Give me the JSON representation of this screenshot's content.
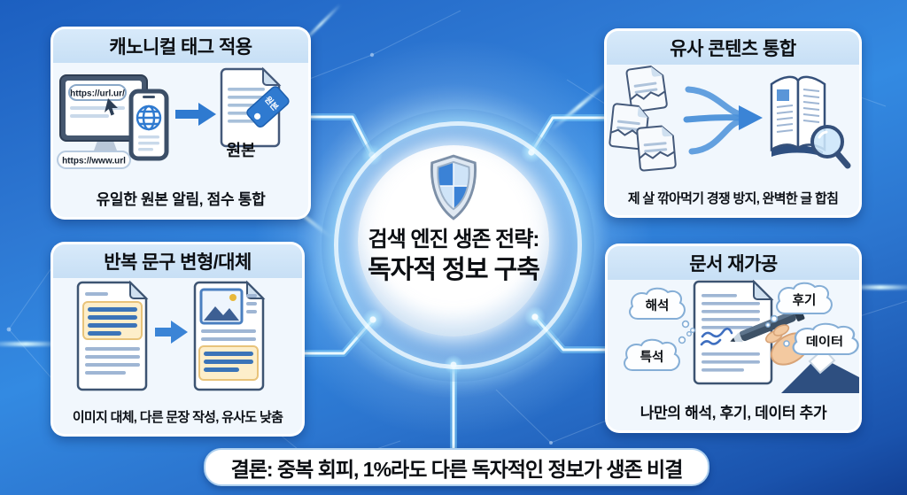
{
  "colors": {
    "background_blue": "#2d77d2",
    "background_corner": "#1a53ad",
    "accent_blue": "#2f7ad0",
    "card_body": "#f1f7fd",
    "card_header": "#cde3f7",
    "highlight_yellow": "#fdeeca",
    "connector_cyan": "#e8fbff",
    "text_black": "#0b0e12"
  },
  "icons": {
    "center_icon": "shield-icon",
    "canonical_icons": [
      "monitor-icon",
      "smartphone-icon",
      "globe-icon",
      "cursor-icon",
      "arrow-right-icon",
      "document-icon",
      "price-tag-icon"
    ],
    "merge_icons": [
      "torn-documents-icon",
      "merge-arrow-icon",
      "open-book-icon",
      "magnifier-icon"
    ],
    "rewrite_icons": [
      "document-icon",
      "arrow-right-icon",
      "image-placeholder-icon",
      "highlight-block-icon"
    ],
    "rework_icons": [
      "document-icon",
      "pen-in-hand-icon",
      "thought-bubble-icon"
    ]
  },
  "center": {
    "title_line1": "검색 엔진 생존 전략:",
    "title_line2": "독자적 정보 구축"
  },
  "cards": {
    "canonical": {
      "title": "캐노니컬 태그 적용",
      "url_top": "https://url.ur/",
      "url_bottom": "https://www.url",
      "tag_text": "원본",
      "doc_label": "원본",
      "caption": "유일한 원본 알림, 점수 통합"
    },
    "merge": {
      "title": "유사 콘텐츠 통합",
      "caption": "제 살 깎아먹기 경쟁 방지, 완벽한 글 합침"
    },
    "rewrite": {
      "title": "반복 문구 변형/대체",
      "caption": "이미지 대체, 다른 문장 작성, 유사도 낮춤"
    },
    "rework": {
      "title": "문서 재가공",
      "caption": "나만의 해석, 후기, 데이터 추가",
      "bubble_1": "해석",
      "bubble_2": "후기",
      "bubble_3": "특석",
      "bubble_4": "데이터"
    }
  },
  "banner": {
    "text": "결론: 중복 회피, 1%라도 다른 독자적인 정보가 생존 비결"
  }
}
